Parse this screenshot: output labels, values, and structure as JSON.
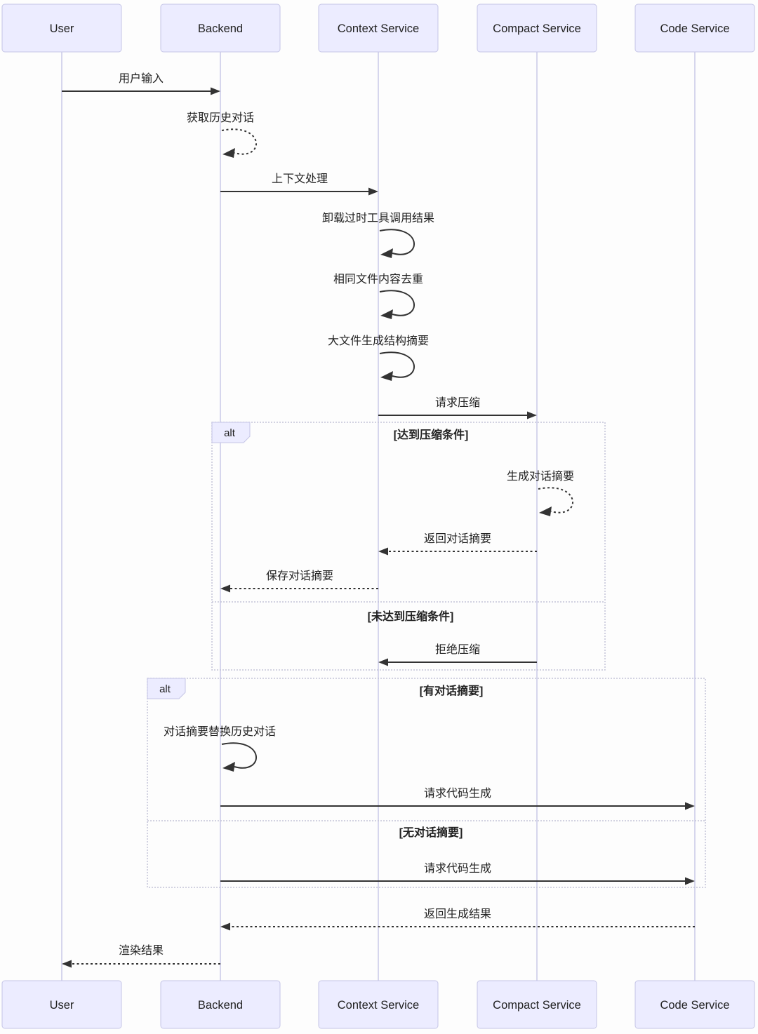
{
  "diagram": {
    "type": "sequence",
    "actors": [
      {
        "name": "User"
      },
      {
        "name": "Backend"
      },
      {
        "name": "Context Service"
      },
      {
        "name": "Compact Service"
      },
      {
        "name": "Code Service"
      }
    ],
    "messages": [
      {
        "from": "User",
        "to": "Backend",
        "label": "用户输入",
        "line": "solid"
      },
      {
        "from": "Backend",
        "to": "Backend",
        "label": "获取历史对话",
        "line": "dashed"
      },
      {
        "from": "Backend",
        "to": "Context Service",
        "label": "上下文处理",
        "line": "solid"
      },
      {
        "from": "Context Service",
        "to": "Context Service",
        "label": "卸载过时工具调用结果",
        "line": "solid"
      },
      {
        "from": "Context Service",
        "to": "Context Service",
        "label": "相同文件内容去重",
        "line": "solid"
      },
      {
        "from": "Context Service",
        "to": "Context Service",
        "label": "大文件生成结构摘要",
        "line": "solid"
      },
      {
        "from": "Context Service",
        "to": "Compact Service",
        "label": "请求压缩",
        "line": "solid"
      },
      {
        "from": "Compact Service",
        "to": "Compact Service",
        "label": "生成对话摘要",
        "line": "dashed"
      },
      {
        "from": "Compact Service",
        "to": "Context Service",
        "label": "返回对话摘要",
        "line": "dashed"
      },
      {
        "from": "Context Service",
        "to": "Backend",
        "label": "保存对话摘要",
        "line": "dashed"
      },
      {
        "from": "Compact Service",
        "to": "Context Service",
        "label": "拒绝压缩",
        "line": "solid"
      },
      {
        "from": "Backend",
        "to": "Backend",
        "label": "对话摘要替换历史对话",
        "line": "solid"
      },
      {
        "from": "Backend",
        "to": "Code Service",
        "label": "请求代码生成",
        "line": "solid"
      },
      {
        "from": "Backend",
        "to": "Code Service",
        "label": "请求代码生成",
        "line": "solid"
      },
      {
        "from": "Code Service",
        "to": "Backend",
        "label": "返回生成结果",
        "line": "dashed"
      },
      {
        "from": "Backend",
        "to": "User",
        "label": "渲染结果",
        "line": "dashed"
      }
    ],
    "frames": [
      {
        "operator": "alt",
        "branches": [
          {
            "condition": "[达到压缩条件]"
          },
          {
            "condition": "[未达到压缩条件]"
          }
        ]
      },
      {
        "operator": "alt",
        "branches": [
          {
            "condition": "[有对话摘要]"
          },
          {
            "condition": "[无对话摘要]"
          }
        ]
      }
    ]
  },
  "colors": {
    "background": "#fdfdfd",
    "actor_fill": "#ececff",
    "actor_border": "#c5c5e6",
    "label_fill": "#ececff",
    "lifeline": "#c9c9e8",
    "frame_border": "#c4c4d8",
    "arrow": "#333333",
    "text": "#222222"
  }
}
